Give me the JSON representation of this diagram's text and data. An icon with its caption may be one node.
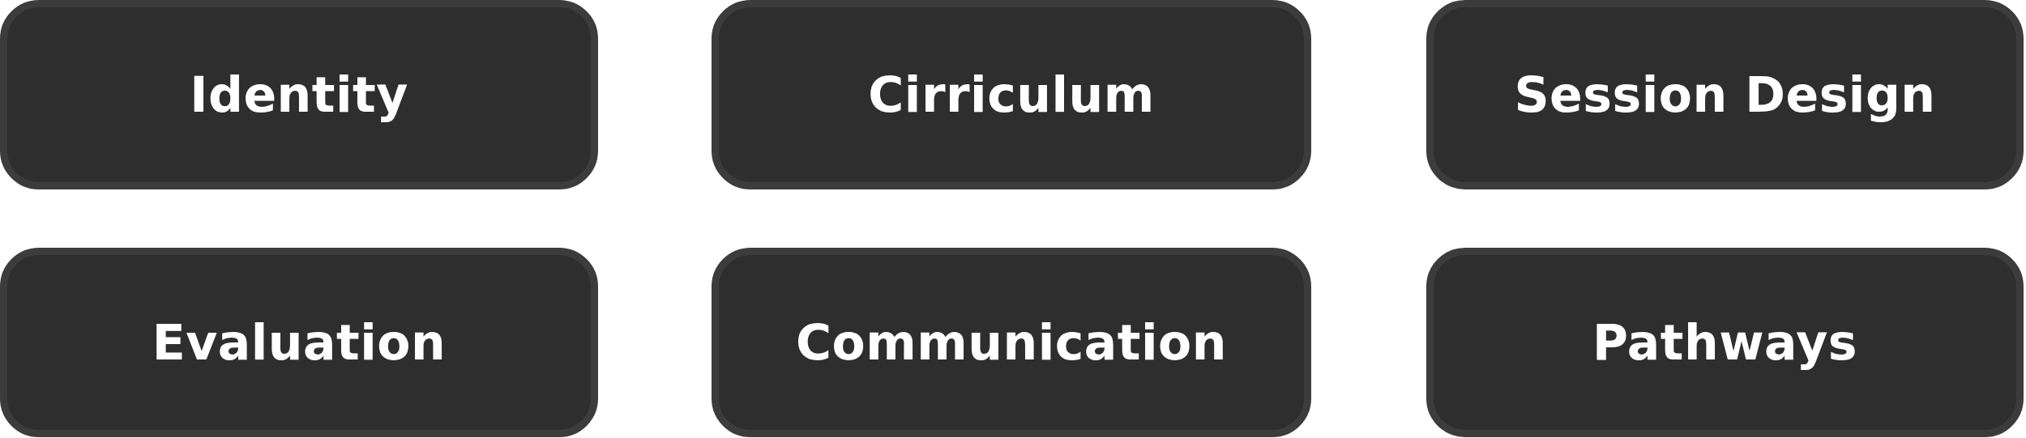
{
  "diagram": {
    "nodes": [
      {
        "text": [
          "Identity"
        ]
      },
      {
        "text": [
          "Cirriculum"
        ]
      },
      {
        "text": [
          "Session Design"
        ]
      },
      {
        "text": [
          "Evaluation"
        ]
      },
      {
        "text": [
          "Communication"
        ]
      },
      {
        "text": [
          "Pathways"
        ]
      }
    ]
  }
}
